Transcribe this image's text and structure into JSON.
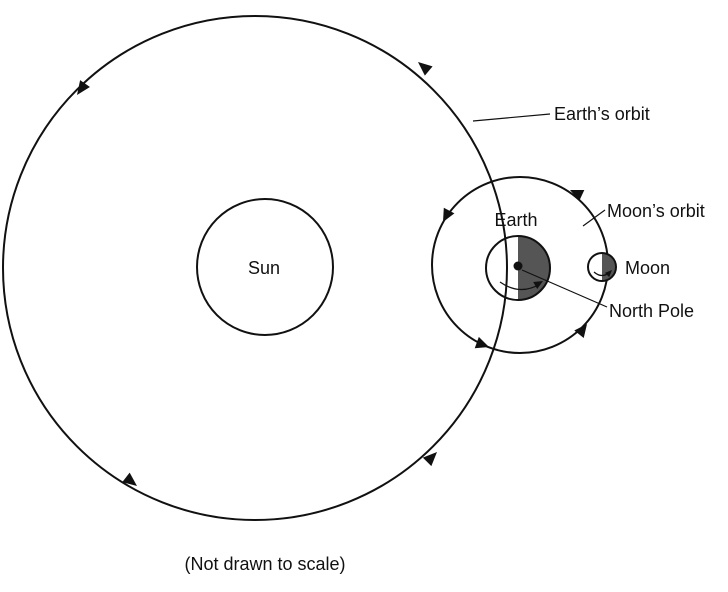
{
  "labels": {
    "sun": "Sun",
    "earth": "Earth",
    "moon": "Moon",
    "earths_orbit": "Earth’s orbit",
    "moons_orbit": "Moon’s orbit",
    "north_pole": "North Pole",
    "caption": "(Not drawn to scale)"
  },
  "colors": {
    "line": "#111111",
    "night_side": "#555555",
    "background": "#ffffff"
  },
  "icons": {
    "sun": "sun-circle",
    "earth": "earth-half-shaded",
    "moon": "moon-half-shaded",
    "rotation": "curved-arrow-icon"
  }
}
